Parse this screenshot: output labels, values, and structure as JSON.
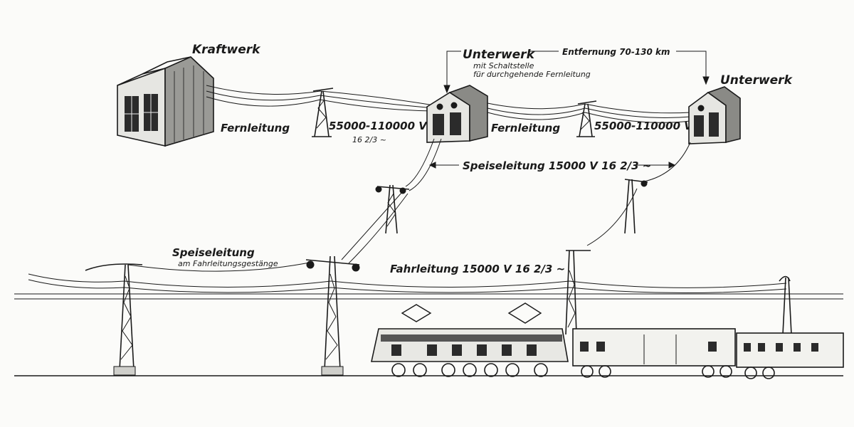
{
  "labels": {
    "kraftwerk": "Kraftwerk",
    "unterwerk_left": "Unterwerk",
    "schaltstelle_1": "mit Schaltstelle",
    "schaltstelle_2": "für durchgehende Fernleitung",
    "entfernung": "Entfernung 70-130 km",
    "unterwerk_right": "Unterwerk",
    "fernleitung_1": "Fernleitung",
    "voltage_1": "55000-110000 V",
    "freq_1": "16 2/3 ~",
    "fernleitung_2": "Fernleitung",
    "voltage_2": "55000-110000 V",
    "speiseleitung": "Speiseleitung 15000 V 16 2/3 ~",
    "speiseleitung_mast": "Speiseleitung",
    "speiseleitung_mast_sub": "am Fahrleitungsgestänge",
    "fahrleitung": "Fahrleitung 15000 V 16 2/3 ~"
  },
  "colors": {
    "ink": "#1a1a1a",
    "paper": "#fbfbf9"
  }
}
